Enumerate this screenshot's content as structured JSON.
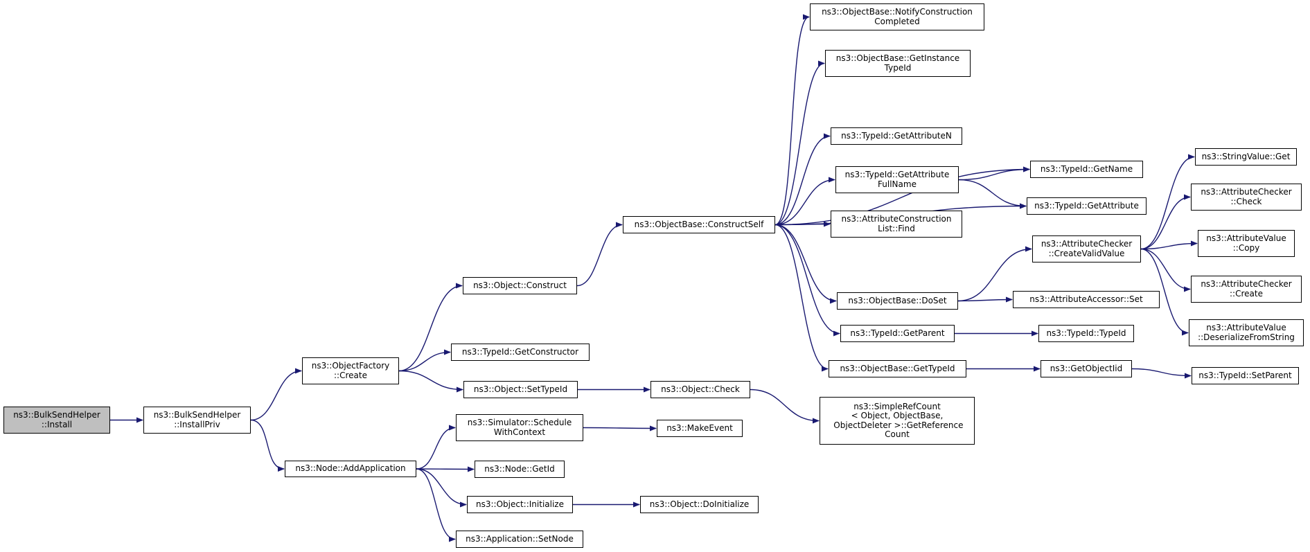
{
  "colors": {
    "edge": "#191970",
    "root_fill": "#bfbfbf",
    "node_fill": "#ffffff",
    "border": "#000000"
  },
  "nodes": [
    {
      "id": "install",
      "lines": [
        "ns3::BulkSendHelper",
        "::Install"
      ],
      "root": true
    },
    {
      "id": "installpriv",
      "lines": [
        "ns3::BulkSendHelper",
        "::InstallPriv"
      ]
    },
    {
      "id": "of_create",
      "lines": [
        "ns3::ObjectFactory",
        "::Create"
      ]
    },
    {
      "id": "addapp",
      "lines": [
        "ns3::Node::AddApplication"
      ]
    },
    {
      "id": "obj_construct",
      "lines": [
        "ns3::Object::Construct"
      ]
    },
    {
      "id": "getctor",
      "lines": [
        "ns3::TypeId::GetConstructor"
      ]
    },
    {
      "id": "settypeid",
      "lines": [
        "ns3::Object::SetTypeId"
      ]
    },
    {
      "id": "schedctx",
      "lines": [
        "ns3::Simulator::Schedule",
        "WithContext"
      ]
    },
    {
      "id": "node_getid",
      "lines": [
        "ns3::Node::GetId"
      ]
    },
    {
      "id": "obj_init",
      "lines": [
        "ns3::Object::Initialize"
      ]
    },
    {
      "id": "app_setnode",
      "lines": [
        "ns3::Application::SetNode"
      ]
    },
    {
      "id": "constructself",
      "lines": [
        "ns3::ObjectBase::ConstructSelf"
      ]
    },
    {
      "id": "obj_check",
      "lines": [
        "ns3::Object::Check"
      ]
    },
    {
      "id": "makeevent",
      "lines": [
        "ns3::MakeEvent"
      ]
    },
    {
      "id": "doinit",
      "lines": [
        "ns3::Object::DoInitialize"
      ]
    },
    {
      "id": "notify",
      "lines": [
        "ns3::ObjectBase::NotifyConstruction",
        "Completed"
      ]
    },
    {
      "id": "getinst",
      "lines": [
        "ns3::ObjectBase::GetInstance",
        "TypeId"
      ]
    },
    {
      "id": "getattrn",
      "lines": [
        "ns3::TypeId::GetAttributeN"
      ]
    },
    {
      "id": "getattrfull",
      "lines": [
        "ns3::TypeId::GetAttribute",
        "FullName"
      ]
    },
    {
      "id": "acl_find",
      "lines": [
        "ns3::AttributeConstruction",
        "List::Find"
      ]
    },
    {
      "id": "doset",
      "lines": [
        "ns3::ObjectBase::DoSet"
      ]
    },
    {
      "id": "getparent",
      "lines": [
        "ns3::TypeId::GetParent"
      ]
    },
    {
      "id": "gettypeid",
      "lines": [
        "ns3::ObjectBase::GetTypeId"
      ]
    },
    {
      "id": "simpleref",
      "lines": [
        "ns3::SimpleRefCount",
        "< Object, ObjectBase,",
        " ObjectDeleter >::GetReference",
        "Count"
      ]
    },
    {
      "id": "getname",
      "lines": [
        "ns3::TypeId::GetName"
      ]
    },
    {
      "id": "getattr",
      "lines": [
        "ns3::TypeId::GetAttribute"
      ]
    },
    {
      "id": "createvalid",
      "lines": [
        "ns3::AttributeChecker",
        "::CreateValidValue"
      ]
    },
    {
      "id": "accset",
      "lines": [
        "ns3::AttributeAccessor::Set"
      ]
    },
    {
      "id": "typeid_typeid",
      "lines": [
        "ns3::TypeId::TypeId"
      ]
    },
    {
      "id": "getobjectiid",
      "lines": [
        "ns3::GetObjectIid"
      ]
    },
    {
      "id": "strget",
      "lines": [
        "ns3::StringValue::Get"
      ]
    },
    {
      "id": "ac_check",
      "lines": [
        "ns3::AttributeChecker",
        "::Check"
      ]
    },
    {
      "id": "av_copy",
      "lines": [
        "ns3::AttributeValue",
        "::Copy"
      ]
    },
    {
      "id": "ac_create",
      "lines": [
        "ns3::AttributeChecker",
        "::Create"
      ]
    },
    {
      "id": "av_deser",
      "lines": [
        "ns3::AttributeValue",
        "::DeserializeFromString"
      ]
    },
    {
      "id": "setparent",
      "lines": [
        "ns3::TypeId::SetParent"
      ]
    }
  ],
  "edges": [
    [
      "install",
      "installpriv"
    ],
    [
      "installpriv",
      "of_create"
    ],
    [
      "installpriv",
      "addapp"
    ],
    [
      "of_create",
      "obj_construct"
    ],
    [
      "of_create",
      "getctor"
    ],
    [
      "of_create",
      "settypeid"
    ],
    [
      "obj_construct",
      "constructself"
    ],
    [
      "settypeid",
      "obj_check"
    ],
    [
      "obj_check",
      "simpleref"
    ],
    [
      "addapp",
      "schedctx"
    ],
    [
      "addapp",
      "node_getid"
    ],
    [
      "addapp",
      "obj_init"
    ],
    [
      "addapp",
      "app_setnode"
    ],
    [
      "schedctx",
      "makeevent"
    ],
    [
      "obj_init",
      "doinit"
    ],
    [
      "constructself",
      "notify"
    ],
    [
      "constructself",
      "getinst"
    ],
    [
      "constructself",
      "getname"
    ],
    [
      "constructself",
      "getattrn"
    ],
    [
      "constructself",
      "getattrfull"
    ],
    [
      "constructself",
      "acl_find"
    ],
    [
      "constructself",
      "getattr"
    ],
    [
      "constructself",
      "doset"
    ],
    [
      "constructself",
      "getparent"
    ],
    [
      "constructself",
      "gettypeid"
    ],
    [
      "getattrfull",
      "getname"
    ],
    [
      "getattrfull",
      "getattr"
    ],
    [
      "doset",
      "createvalid"
    ],
    [
      "doset",
      "accset"
    ],
    [
      "getparent",
      "typeid_typeid"
    ],
    [
      "gettypeid",
      "getobjectiid"
    ],
    [
      "getobjectiid",
      "setparent"
    ],
    [
      "createvalid",
      "strget"
    ],
    [
      "createvalid",
      "ac_check"
    ],
    [
      "createvalid",
      "av_copy"
    ],
    [
      "createvalid",
      "ac_create"
    ],
    [
      "createvalid",
      "av_deser"
    ]
  ]
}
